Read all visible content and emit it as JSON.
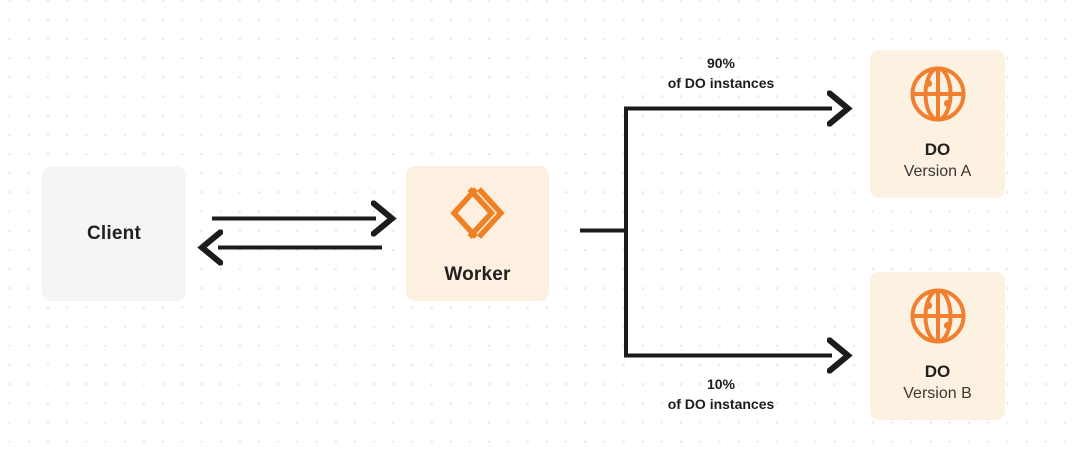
{
  "diagram": {
    "nodes": {
      "client": {
        "label": "Client",
        "icon": "none",
        "fill": "#f4f5f7"
      },
      "worker": {
        "label": "Worker",
        "icon": "cloudflare-workers-icon",
        "fill": "#fdf0e0",
        "icon_color": "#ef8023"
      },
      "do_a": {
        "title": "DO",
        "subtitle": "Version A",
        "icon": "globe-icon",
        "fill": "#fdf1e2",
        "icon_color": "#f08030"
      },
      "do_b": {
        "title": "DO",
        "subtitle": "Version B",
        "icon": "globe-icon",
        "fill": "#fdf1e2",
        "icon_color": "#f08030"
      }
    },
    "edges": {
      "client_to_worker": {
        "direction": "right",
        "label": ""
      },
      "worker_to_client": {
        "direction": "left",
        "label": ""
      },
      "worker_to_do_a": {
        "percent": "90%",
        "description": "of DO instances"
      },
      "worker_to_do_b": {
        "percent": "10%",
        "description": "of DO instances"
      }
    },
    "colors": {
      "line": "#1d1c1a",
      "orange": "#f08030",
      "text": "#22211f",
      "background": "#ffffff",
      "dot_grid": "#e9e9ed"
    }
  }
}
